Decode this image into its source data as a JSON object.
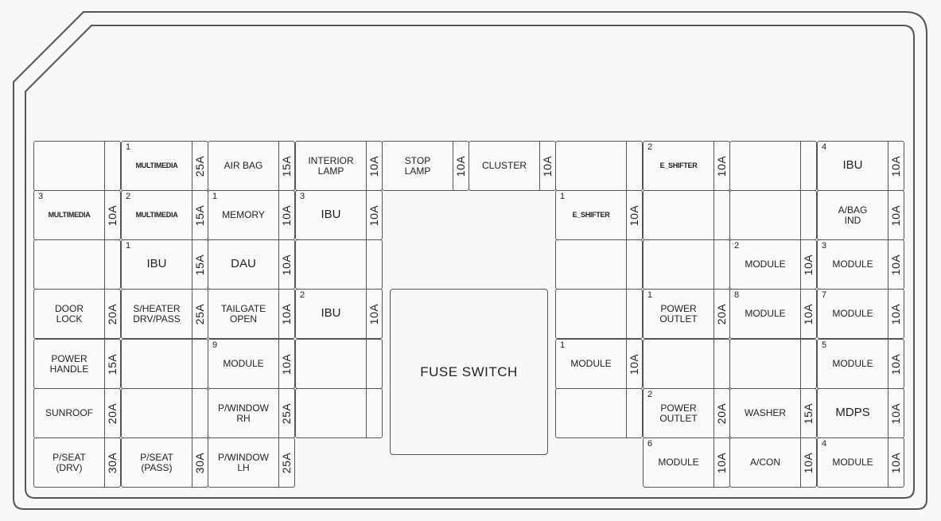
{
  "fuse_switch_label": "FUSE SWITCH",
  "fuses": [
    {
      "id": "r0c0",
      "number": "",
      "name": "",
      "amp": ""
    },
    {
      "id": "r0c1",
      "number": "1",
      "name": "MULTIMEDIA",
      "amp": "25A"
    },
    {
      "id": "r0c2",
      "number": "",
      "name": "AIR BAG",
      "amp": "15A"
    },
    {
      "id": "r0c3",
      "number": "",
      "name": "INTERIOR\nLAMP",
      "amp": "10A"
    },
    {
      "id": "r0c4",
      "number": "",
      "name": "STOP\nLAMP",
      "amp": "10A"
    },
    {
      "id": "r0c5",
      "number": "",
      "name": "CLUSTER",
      "amp": "10A"
    },
    {
      "id": "r0c6",
      "number": "",
      "name": "",
      "amp": ""
    },
    {
      "id": "r0c7",
      "number": "2",
      "name": "E_SHIFTER",
      "amp": "10A"
    },
    {
      "id": "r0c8",
      "number": "",
      "name": "",
      "amp": ""
    },
    {
      "id": "r0c9",
      "number": "4",
      "name": "IBU",
      "amp": "10A"
    },
    {
      "id": "r1c0",
      "number": "3",
      "name": "MULTIMEDIA",
      "amp": "10A"
    },
    {
      "id": "r1c1",
      "number": "2",
      "name": "MULTIMEDIA",
      "amp": "15A"
    },
    {
      "id": "r1c2",
      "number": "1",
      "name": "MEMORY",
      "amp": "10A"
    },
    {
      "id": "r1c3",
      "number": "3",
      "name": "IBU",
      "amp": "10A"
    },
    {
      "id": "r1c6",
      "number": "1",
      "name": "E_SHIFTER",
      "amp": "10A"
    },
    {
      "id": "r1c7",
      "number": "",
      "name": "",
      "amp": ""
    },
    {
      "id": "r1c8",
      "number": "",
      "name": "",
      "amp": ""
    },
    {
      "id": "r1c9",
      "number": "",
      "name": "A/BAG\nIND",
      "amp": "10A"
    },
    {
      "id": "r2c0",
      "number": "",
      "name": "",
      "amp": ""
    },
    {
      "id": "r2c1",
      "number": "1",
      "name": "IBU",
      "amp": "15A"
    },
    {
      "id": "r2c2",
      "number": "",
      "name": "DAU",
      "amp": "10A"
    },
    {
      "id": "r2c3",
      "number": "",
      "name": "",
      "amp": ""
    },
    {
      "id": "r2c6",
      "number": "",
      "name": "",
      "amp": ""
    },
    {
      "id": "r2c7",
      "number": "",
      "name": "",
      "amp": ""
    },
    {
      "id": "r2c8",
      "number": "2",
      "name": "MODULE",
      "amp": "10A"
    },
    {
      "id": "r2c9",
      "number": "3",
      "name": "MODULE",
      "amp": "10A"
    },
    {
      "id": "r3c0",
      "number": "",
      "name": "DOOR\nLOCK",
      "amp": "20A"
    },
    {
      "id": "r3c1",
      "number": "",
      "name": "S/HEATER\nDRV/PASS",
      "amp": "25A"
    },
    {
      "id": "r3c2",
      "number": "",
      "name": "TAILGATE\nOPEN",
      "amp": "10A"
    },
    {
      "id": "r3c3",
      "number": "2",
      "name": "IBU",
      "amp": "10A"
    },
    {
      "id": "r3c6",
      "number": "",
      "name": "",
      "amp": ""
    },
    {
      "id": "r3c7",
      "number": "1",
      "name": "POWER\nOUTLET",
      "amp": "20A"
    },
    {
      "id": "r3c8",
      "number": "8",
      "name": "MODULE",
      "amp": "10A"
    },
    {
      "id": "r3c9",
      "number": "7",
      "name": "MODULE",
      "amp": "10A"
    },
    {
      "id": "r4c0",
      "number": "",
      "name": "POWER\nHANDLE",
      "amp": "15A"
    },
    {
      "id": "r4c1",
      "number": "",
      "name": "",
      "amp": ""
    },
    {
      "id": "r4c2",
      "number": "9",
      "name": "MODULE",
      "amp": "10A"
    },
    {
      "id": "r4c3",
      "number": "",
      "name": "",
      "amp": ""
    },
    {
      "id": "r4c6",
      "number": "1",
      "name": "MODULE",
      "amp": "10A"
    },
    {
      "id": "r4c7",
      "number": "",
      "name": "",
      "amp": ""
    },
    {
      "id": "r4c8",
      "number": "",
      "name": "",
      "amp": ""
    },
    {
      "id": "r4c9",
      "number": "5",
      "name": "MODULE",
      "amp": "10A"
    },
    {
      "id": "r5c0",
      "number": "",
      "name": "SUNROOF",
      "amp": "20A"
    },
    {
      "id": "r5c1",
      "number": "",
      "name": "",
      "amp": ""
    },
    {
      "id": "r5c2",
      "number": "",
      "name": "P/WINDOW\nRH",
      "amp": "25A"
    },
    {
      "id": "r5c3",
      "number": "",
      "name": "",
      "amp": ""
    },
    {
      "id": "r5c6",
      "number": "",
      "name": "",
      "amp": ""
    },
    {
      "id": "r5c7",
      "number": "2",
      "name": "POWER\nOUTLET",
      "amp": "20A"
    },
    {
      "id": "r5c8",
      "number": "",
      "name": "WASHER",
      "amp": "15A"
    },
    {
      "id": "r5c9",
      "number": "",
      "name": "MDPS",
      "amp": "10A"
    },
    {
      "id": "r6c0",
      "number": "",
      "name": "P/SEAT\n(DRV)",
      "amp": "30A"
    },
    {
      "id": "r6c1",
      "number": "",
      "name": "P/SEAT\n(PASS)",
      "amp": "30A"
    },
    {
      "id": "r6c2",
      "number": "",
      "name": "P/WINDOW\nLH",
      "amp": "25A"
    },
    {
      "id": "r6c7",
      "number": "6",
      "name": "MODULE",
      "amp": "10A"
    },
    {
      "id": "r6c8",
      "number": "",
      "name": "A/CON",
      "amp": "10A"
    },
    {
      "id": "r6c9",
      "number": "4",
      "name": "MODULE",
      "amp": "10A"
    }
  ]
}
